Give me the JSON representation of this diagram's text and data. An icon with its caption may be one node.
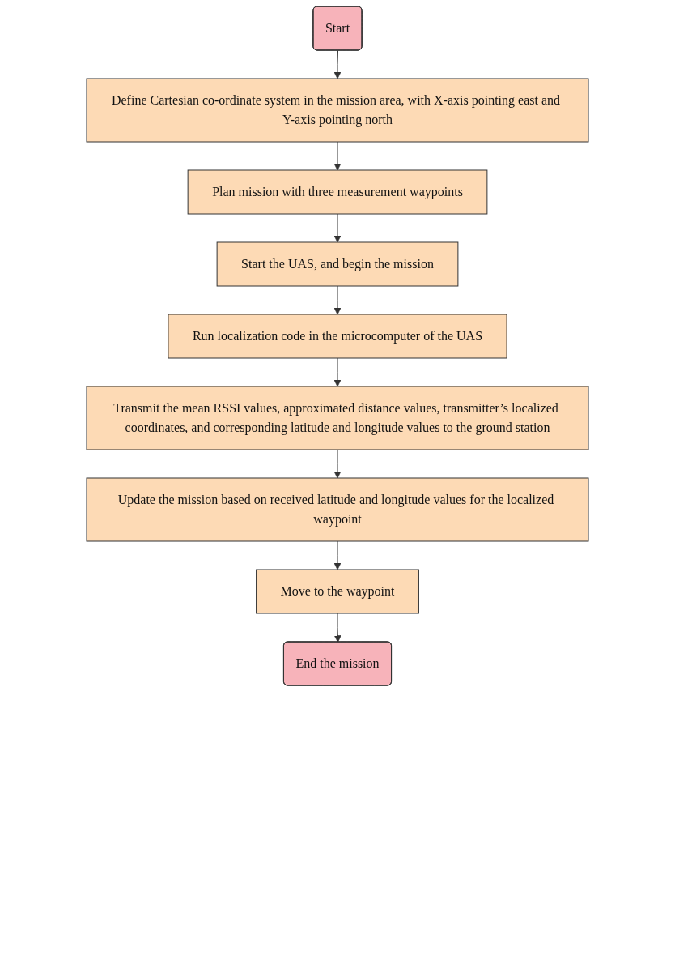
{
  "diagram": {
    "nodes": [
      {
        "text": [
          "Start"
        ]
      },
      {
        "text": [
          "Define Cartesian co-ordinate system in the mission area, with X-axis pointing east and Y-axis pointing north"
        ]
      },
      {
        "text": [
          "Plan mission with three measurement waypoints"
        ]
      },
      {
        "text": [
          "Start the UAS, and begin the mission"
        ]
      },
      {
        "text": [
          "Run localization code in the microcomputer of the UAS"
        ]
      },
      {
        "text": [
          "Transmit the mean RSSI values, approximated distance values, transmitter’s localized coordinates, and corresponding latitude and longitude values to the ground station"
        ]
      },
      {
        "text": [
          "Update the mission based on received latitude and longitude values for the localized waypoint"
        ]
      },
      {
        "text": [
          "Move to the waypoint"
        ]
      },
      {
        "text": [
          "End the mission"
        ]
      }
    ],
    "edges": [
      {
        "from": 0,
        "to": 1,
        "arrow": "to"
      },
      {
        "from": 1,
        "to": 2,
        "arrow": "to"
      },
      {
        "from": 2,
        "to": 3,
        "arrow": "to"
      },
      {
        "from": 3,
        "to": 4,
        "arrow": "to"
      },
      {
        "from": 4,
        "to": 5,
        "arrow": "to"
      },
      {
        "from": 5,
        "to": 6,
        "arrow": "to"
      },
      {
        "from": 6,
        "to": 7,
        "arrow": "to"
      },
      {
        "from": 7,
        "to": 8,
        "arrow": "to"
      }
    ]
  }
}
